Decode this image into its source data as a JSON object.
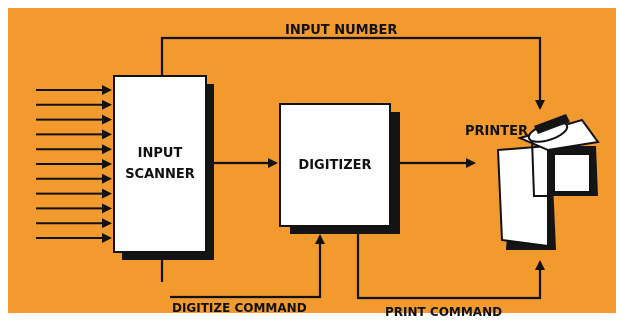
{
  "colors": {
    "background": "#f29a2e",
    "frame": "#ffffff",
    "ink": "#111111",
    "box": "#ffffff",
    "shadow": "#141414"
  },
  "labels": {
    "input_number": "INPUT NUMBER",
    "input_scanner_line1": "INPUT",
    "input_scanner_line2": "SCANNER",
    "digitizer": "DIGITIZER",
    "printer": "PRINTER",
    "digitize_command": "DIGITIZE COMMAND",
    "print_command": "PRINT COMMAND"
  },
  "input_line_count": 11
}
